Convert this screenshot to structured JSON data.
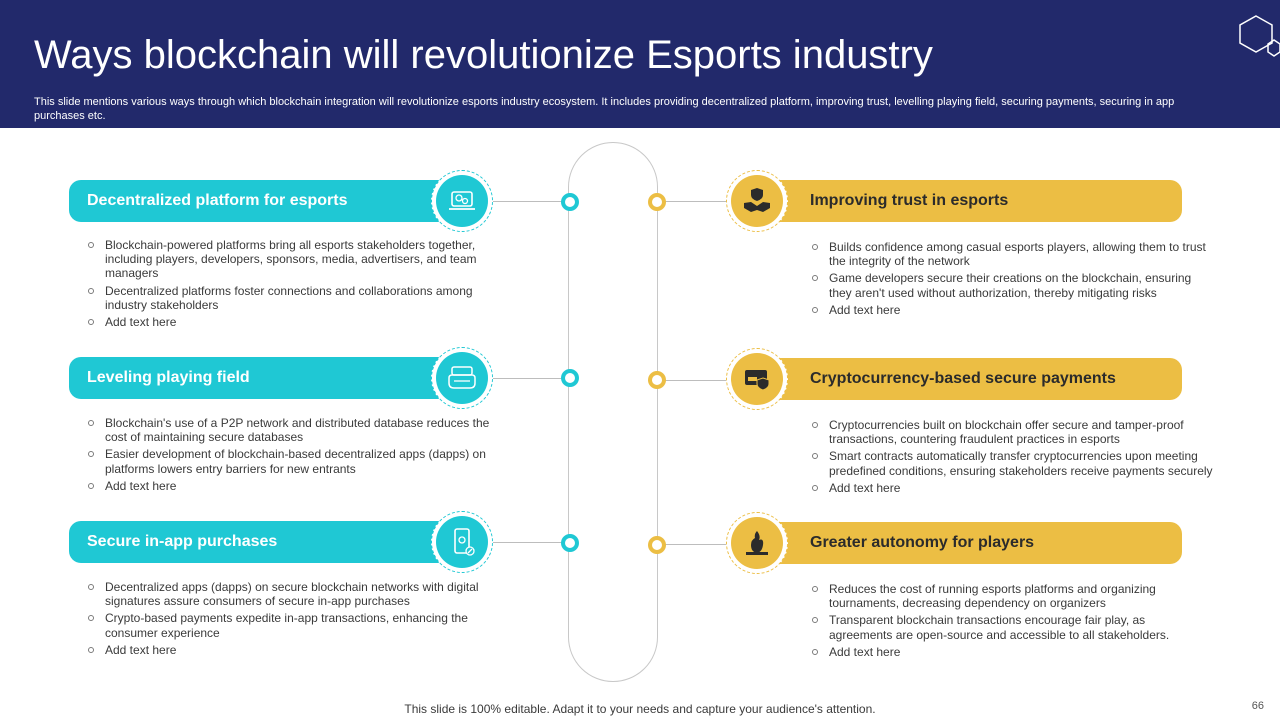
{
  "header": {
    "title": "Ways blockchain will revolutionize Esports industry",
    "subtitle": "This slide mentions various ways through which blockchain integration will revolutionize esports industry ecosystem. It includes providing decentralized platform, improving trust, levelling playing field, securing payments, securing in app purchases etc."
  },
  "left": [
    {
      "title": "Decentralized platform for esports",
      "icon": "decentralized-platform-icon",
      "bullets": [
        "Blockchain-powered platforms bring all esports stakeholders together, including players, developers, sponsors, media, advertisers, and team managers",
        "Decentralized platforms foster connections and collaborations among industry stakeholders",
        "Add text here"
      ]
    },
    {
      "title": "Leveling playing field",
      "icon": "game-console-icon",
      "bullets": [
        "Blockchain's use of a P2P network and distributed database reduces the cost of maintaining secure databases",
        "Easier development of blockchain-based decentralized apps (dapps) on platforms lowers entry barriers for new entrants",
        "Add text here"
      ]
    },
    {
      "title": "Secure in-app purchases",
      "icon": "mobile-purchase-icon",
      "bullets": [
        "Decentralized apps (dapps) on secure blockchain networks with digital signatures assure consumers of secure in-app purchases",
        "Crypto-based payments expedite in-app transactions, enhancing the consumer experience",
        "Add text here"
      ]
    }
  ],
  "right": [
    {
      "title": "Improving trust  in esports",
      "icon": "handshake-shield-icon",
      "bullets": [
        "Builds confidence among casual esports players, allowing them to trust the integrity of the network",
        "Game developers secure their creations on the blockchain, ensuring they aren't used without authorization, thereby mitigating risks",
        "Add text here"
      ]
    },
    {
      "title": "Cryptocurrency-based secure payments",
      "icon": "secure-pay-card-icon",
      "bullets": [
        "Cryptocurrencies built on blockchain offer secure and tamper-proof transactions, countering fraudulent practices in esports",
        "Smart contracts automatically transfer cryptocurrencies upon meeting predefined conditions, ensuring stakeholders receive payments securely",
        "Add text here"
      ]
    },
    {
      "title": "Greater autonomy for players",
      "icon": "player-autonomy-icon",
      "bullets": [
        "Reduces the cost of running esports platforms and organizing tournaments, decreasing dependency on organizers",
        "Transparent blockchain transactions encourage fair play, as agreements are open-source and accessible to all stakeholders.",
        "Add text here"
      ]
    }
  ],
  "footer": {
    "note": "This slide is 100% editable. Adapt it to your needs and capture your audience's attention.",
    "page": "66"
  },
  "colors": {
    "header_bg": "#22296b",
    "teal": "#1fc8d4",
    "gold": "#ecbe44",
    "line": "#c8c8c8"
  }
}
